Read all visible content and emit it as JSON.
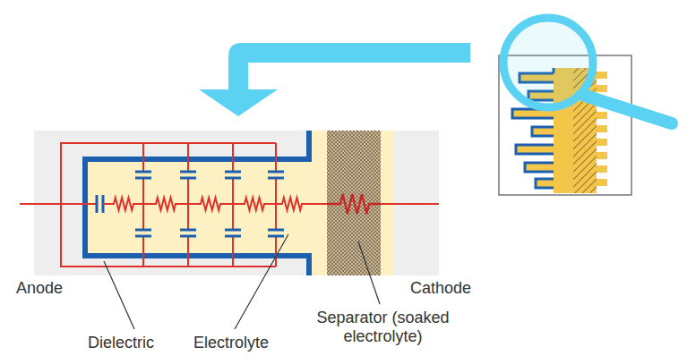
{
  "diagram": {
    "labels": [
      "Anode",
      "Cathode",
      "Dielectric",
      "Electrolyte",
      "Separator (soaked electrolyte)"
    ]
  }
}
